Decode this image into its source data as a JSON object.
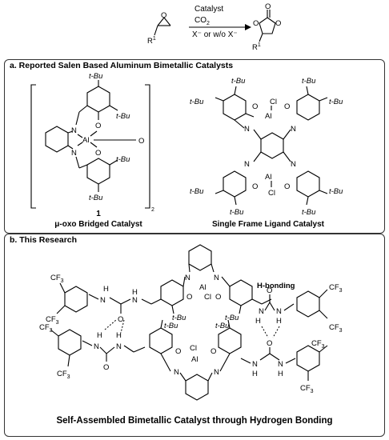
{
  "reaction": {
    "catalyst_label": "Catalyst",
    "co2_label": "CO",
    "co2_sub": "2",
    "condition_label": "X⁻ or w/o X⁻",
    "r_label": "R",
    "r_sup": "1"
  },
  "panel_a": {
    "title": "a. Reported Salen Based Aluminum Bimetallic Catalysts",
    "compound_number": "1",
    "caption_left": "μ-oxo Bridged Catalyst",
    "caption_right": "Single Frame Ligand Catalyst",
    "subscript_2": "2",
    "atoms": {
      "tbu": "t-Bu",
      "n": "N",
      "o": "O",
      "al": "Al",
      "cl": "Cl"
    }
  },
  "panel_b": {
    "title": "b. This Research",
    "hbond_label": "H-bonding",
    "caption": "Self-Assembled Bimetallic Catalyst through Hydrogen Bonding",
    "atoms": {
      "cf3": "CF",
      "cf3_sub": "3",
      "h": "H",
      "n": "N",
      "o": "O",
      "al": "Al",
      "cl": "Cl",
      "tbu": "t-Bu"
    }
  }
}
